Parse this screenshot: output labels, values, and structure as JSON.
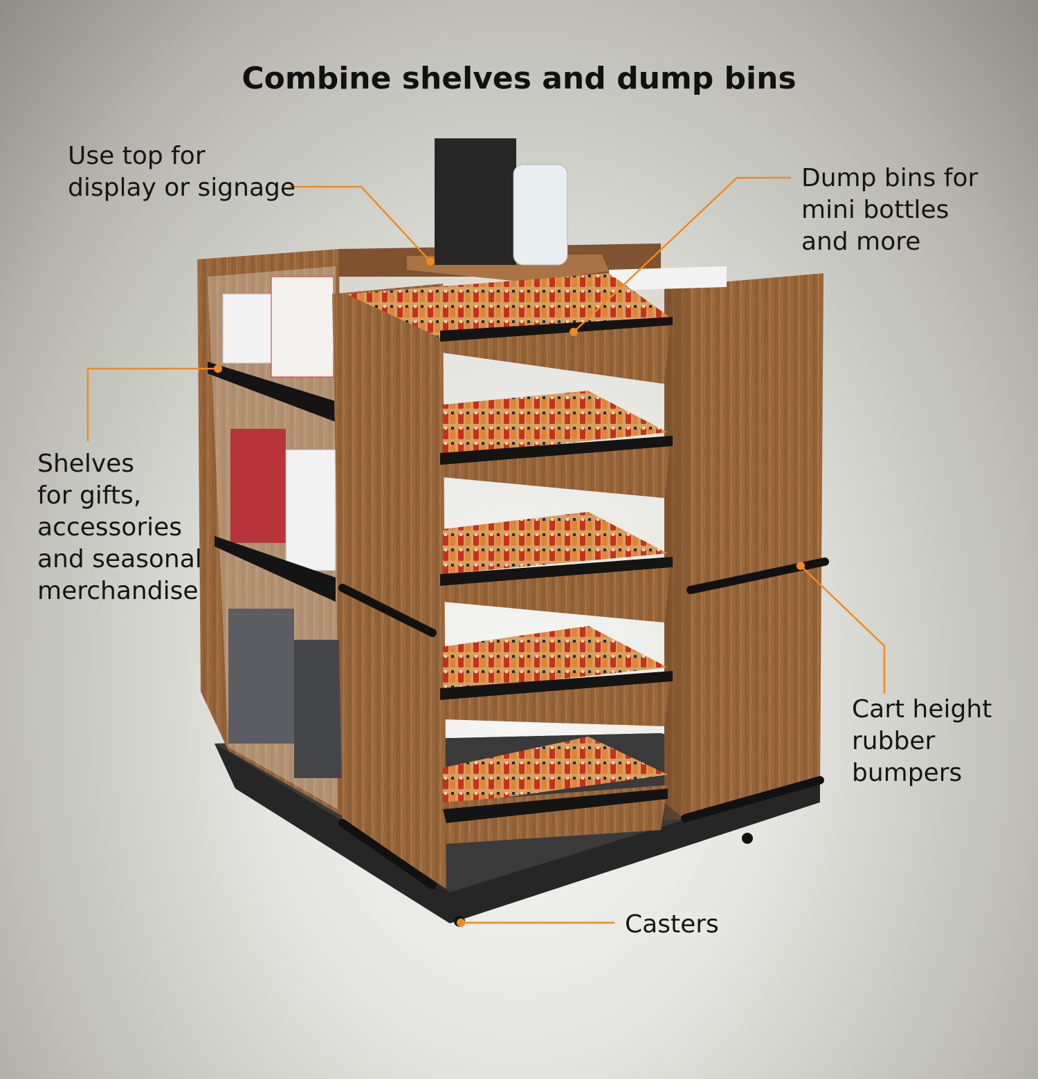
{
  "title": "Combine shelves and dump bins",
  "callouts": {
    "top_display": "Use top for\ndisplay or signage",
    "dump_bins": "Dump bins for\nmini bottles\nand more",
    "shelves": "Shelves\nfor gifts,\naccessories\nand seasonal\nmerchandise",
    "bumpers": "Cart height\nrubber\nbumpers",
    "casters": "Casters"
  },
  "colors": {
    "callout_line": "#f08a1c",
    "wood": "#9a6a3c",
    "frame": "#1c1c1c",
    "bottle_red": "#c8301c"
  }
}
